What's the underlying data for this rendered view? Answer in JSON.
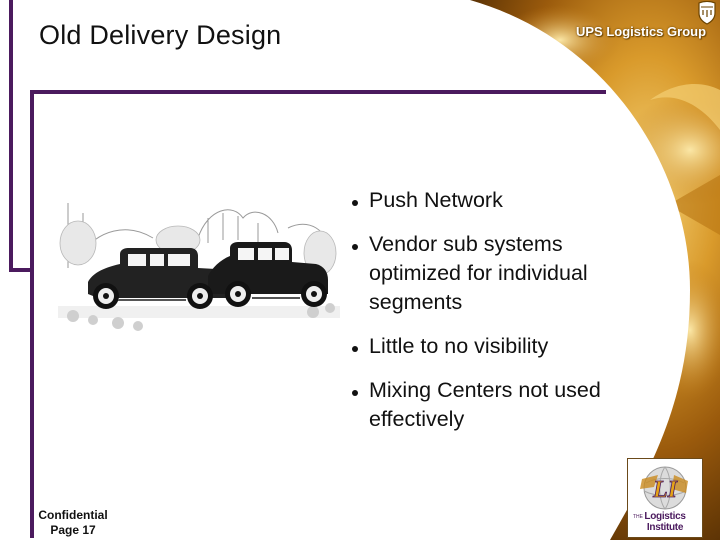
{
  "header": {
    "title": "Old Delivery Design",
    "brand": "UPS Logistics Group"
  },
  "bullets": [
    "Push Network",
    "Vendor sub systems optimized for individual segments",
    "Little to no visibility",
    "Mixing Centers not used effectively"
  ],
  "footer": {
    "line1": "Confidential",
    "line2": "Page 17"
  },
  "logo": {
    "monogram": "LI",
    "the": "THE",
    "name": "Logistics Institute"
  },
  "colors": {
    "frame": "#4b1a5e",
    "gold": "#c98a1e",
    "bullet": "#111111"
  }
}
